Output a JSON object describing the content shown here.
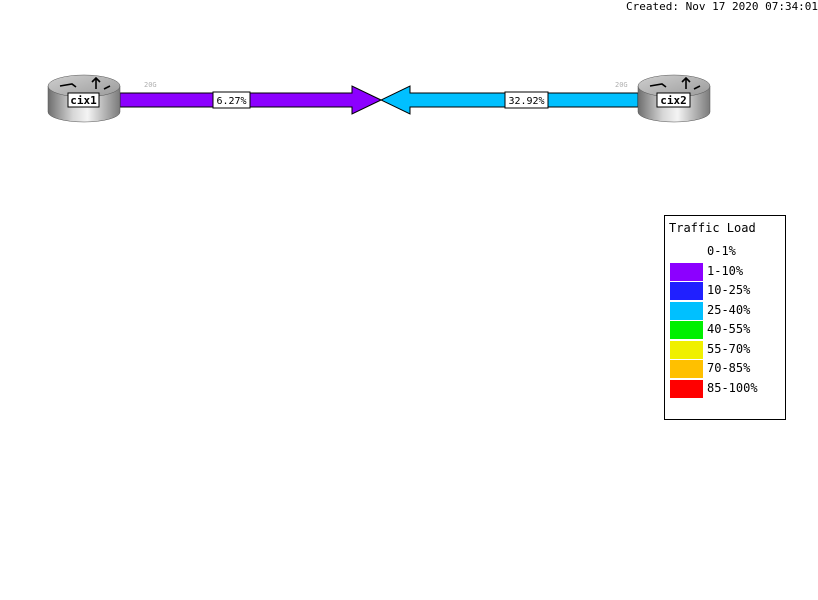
{
  "header": {
    "created": "Created: Nov 17 2020 07:34:01"
  },
  "nodes": [
    {
      "id": "cix1",
      "label": "cix1",
      "bandwidth": "20G"
    },
    {
      "id": "cix2",
      "label": "cix2",
      "bandwidth": "20G"
    }
  ],
  "link": {
    "cix1_to_cix2": {
      "label": "6.27%",
      "color": "#8c00ff"
    },
    "cix2_to_cix1": {
      "label": "32.92%",
      "color": "#00c0ff"
    }
  },
  "legend": {
    "title": "Traffic Load",
    "items": [
      {
        "label": "0-1%",
        "color": "#ffffff"
      },
      {
        "label": "1-10%",
        "color": "#8c00ff"
      },
      {
        "label": "10-25%",
        "color": "#2020ff"
      },
      {
        "label": "25-40%",
        "color": "#00c0ff"
      },
      {
        "label": "40-55%",
        "color": "#00f000"
      },
      {
        "label": "55-70%",
        "color": "#f0f000"
      },
      {
        "label": "70-85%",
        "color": "#ffc000"
      },
      {
        "label": "85-100%",
        "color": "#ff0000"
      }
    ]
  }
}
